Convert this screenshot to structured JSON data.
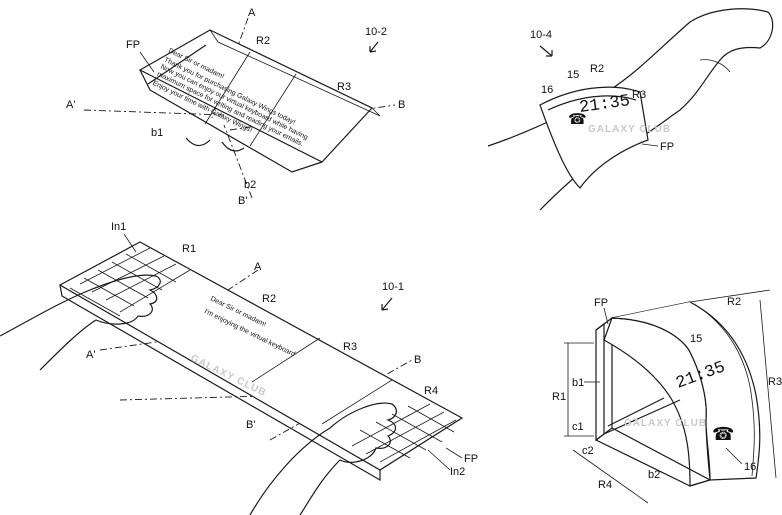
{
  "figures": {
    "f102": {
      "ref": "10-2",
      "labels": {
        "fp": "FP",
        "r2": "R2",
        "r3": "R3",
        "a": "A",
        "a_prime": "A'",
        "b": "B",
        "b_prime": "B'",
        "b1": "b1",
        "b2": "b2"
      },
      "screen_text": [
        "Dear Sir or madam!",
        "Thank you for purchasing Galaxy Wings today!",
        "Now you can enjoy our virtual keyboard while having",
        "maximum space for writing and reading your emails.",
        "Enjoy your time with Galaxy Wings!"
      ]
    },
    "f104": {
      "ref": "10-4",
      "labels": {
        "n16": "16",
        "n15": "15",
        "r2": "R2",
        "r3": "R3",
        "fp": "FP"
      },
      "clock": "21:35"
    },
    "f101": {
      "ref": "10-1",
      "labels": {
        "in1": "In1",
        "r1": "R1",
        "r2": "R2",
        "r3": "R3",
        "r4": "R4",
        "a": "A",
        "a_prime": "A'",
        "b": "B",
        "b_prime": "B'",
        "fp": "FP",
        "in2": "In2"
      },
      "screen_text": [
        "Dear Sir or madam!",
        "I'm enjoying the virtual keyboard"
      ]
    },
    "f10x": {
      "labels": {
        "fp": "FP",
        "r2": "R2",
        "n15": "15",
        "b1": "b1",
        "r1": "R1",
        "r3": "R3",
        "c1": "c1",
        "c2": "c2",
        "n16": "16",
        "b2": "b2",
        "r4": "R4"
      },
      "clock": "21:35"
    }
  },
  "watermark": "GALAXY CLUB"
}
